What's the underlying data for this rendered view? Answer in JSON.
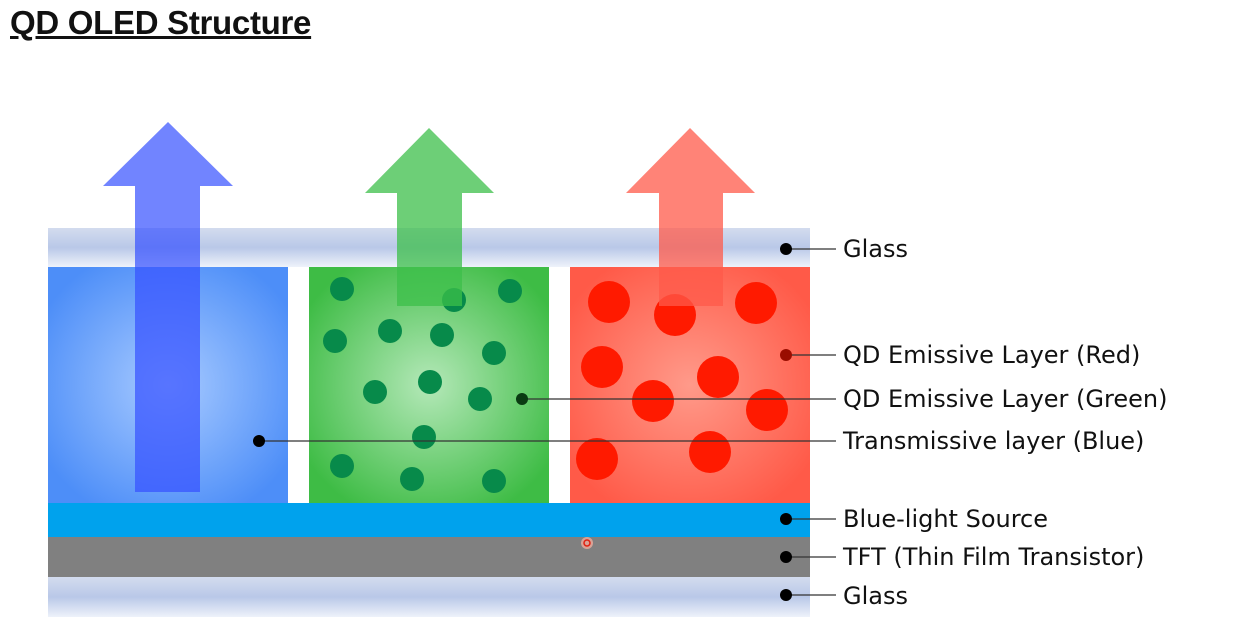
{
  "title": "QD OLED Structure",
  "labels": {
    "glass_top": "Glass",
    "qd_red": "QD Emissive Layer (Red)",
    "qd_green": "QD Emissive Layer (Green)",
    "transmissive_blue": "Transmissive layer (Blue)",
    "blue_light_source": "Blue-light Source",
    "tft": "TFT (Thin Film Transistor)",
    "glass_bottom": "Glass"
  },
  "colors": {
    "blue": "#3f78f5",
    "green": "#3cbf4a",
    "red": "#ff5a4a",
    "blue_light": "#00a2ed",
    "tft": "#808080",
    "qd_green_dot": "#078a4a",
    "qd_red_dot": "#ff1a00"
  }
}
